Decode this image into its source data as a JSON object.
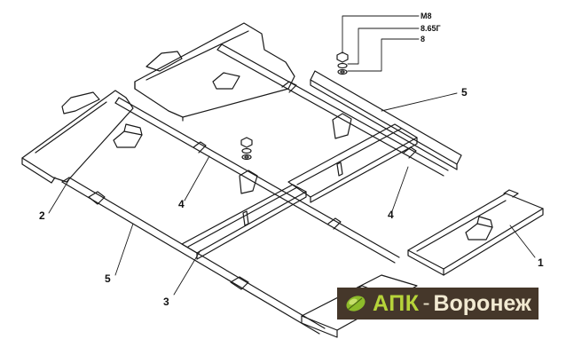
{
  "callouts": {
    "c1": "1",
    "c2": "2",
    "c3": "3",
    "c4a": "4",
    "c4b": "4",
    "c5a": "5",
    "c5b": "5"
  },
  "hardware": {
    "bolt": "М8",
    "washer": "8.65Г",
    "nut": "8"
  },
  "logo": {
    "word1": "АПК",
    "separator": "-",
    "word2": "Воронеж"
  }
}
